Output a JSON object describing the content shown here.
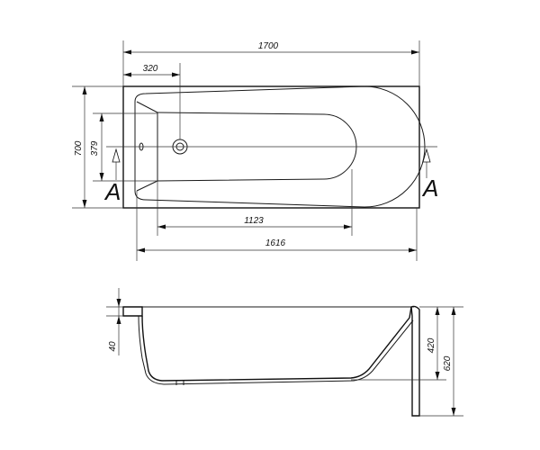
{
  "dimensions": {
    "overall_length": "1700",
    "drain_offset": "320",
    "overall_width": "700",
    "inner_width": "379",
    "inner_bottom_length": "1123",
    "inner_length": "1616",
    "rim_height": "40",
    "depth": "420",
    "total_height": "620"
  },
  "section": {
    "marker_left": "A",
    "marker_right": "A"
  }
}
